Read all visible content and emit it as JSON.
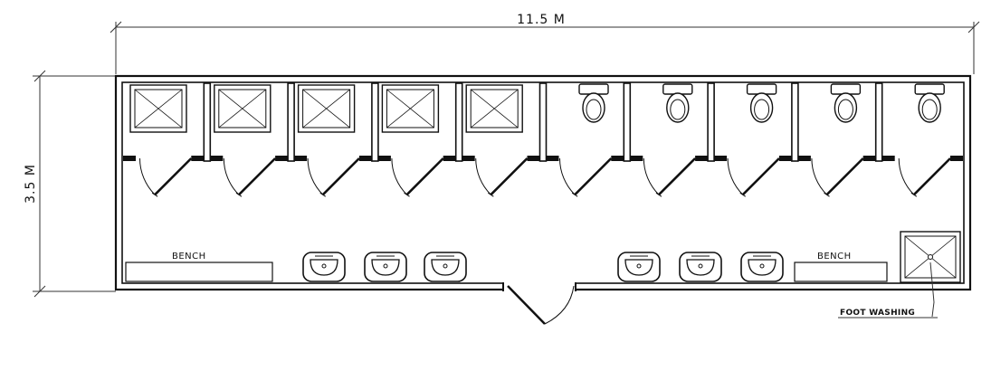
{
  "dimensions": {
    "width": "11.5  M",
    "height": "3.5  M"
  },
  "labels": {
    "bench_left": "BENCH",
    "bench_right": "BENCH",
    "foot_washing": "FOOT WASHING"
  },
  "fixtures": {
    "shower_stalls": 5,
    "toilet_stalls": 5,
    "sinks": 6,
    "benches": 2,
    "foot_washing_stations": 1
  }
}
